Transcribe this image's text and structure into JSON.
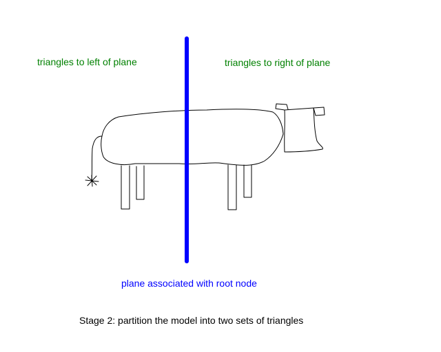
{
  "labels": {
    "left": "triangles to left of plane",
    "right": "triangles to right of plane",
    "plane": "plane associated with root node",
    "caption": "Stage 2: partition the model into two sets of triangles"
  },
  "colors": {
    "background": "#ffffff",
    "region_label": "#008000",
    "plane": "#0000ff",
    "caption": "#000000",
    "outline": "#000000"
  }
}
